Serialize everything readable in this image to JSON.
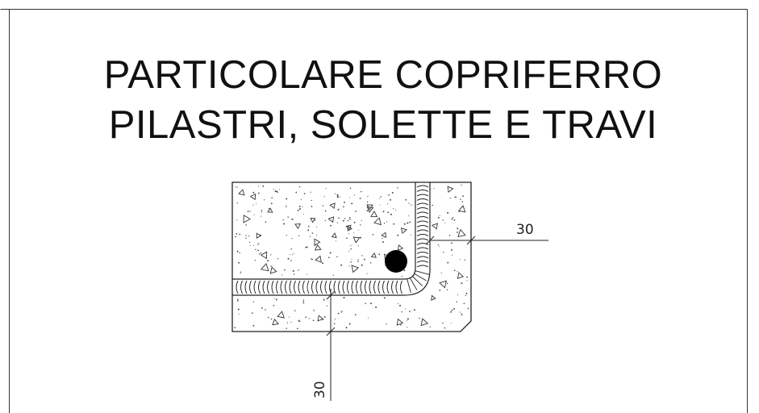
{
  "title": {
    "line1": "PARTICOLARE COPRIFERRO",
    "line2": "PILASTRI, SOLETTE E TRAVI"
  },
  "dimensions": {
    "cover_side": "30",
    "cover_bottom": "30"
  },
  "colors": {
    "line": "#222222",
    "background": "#ffffff"
  }
}
